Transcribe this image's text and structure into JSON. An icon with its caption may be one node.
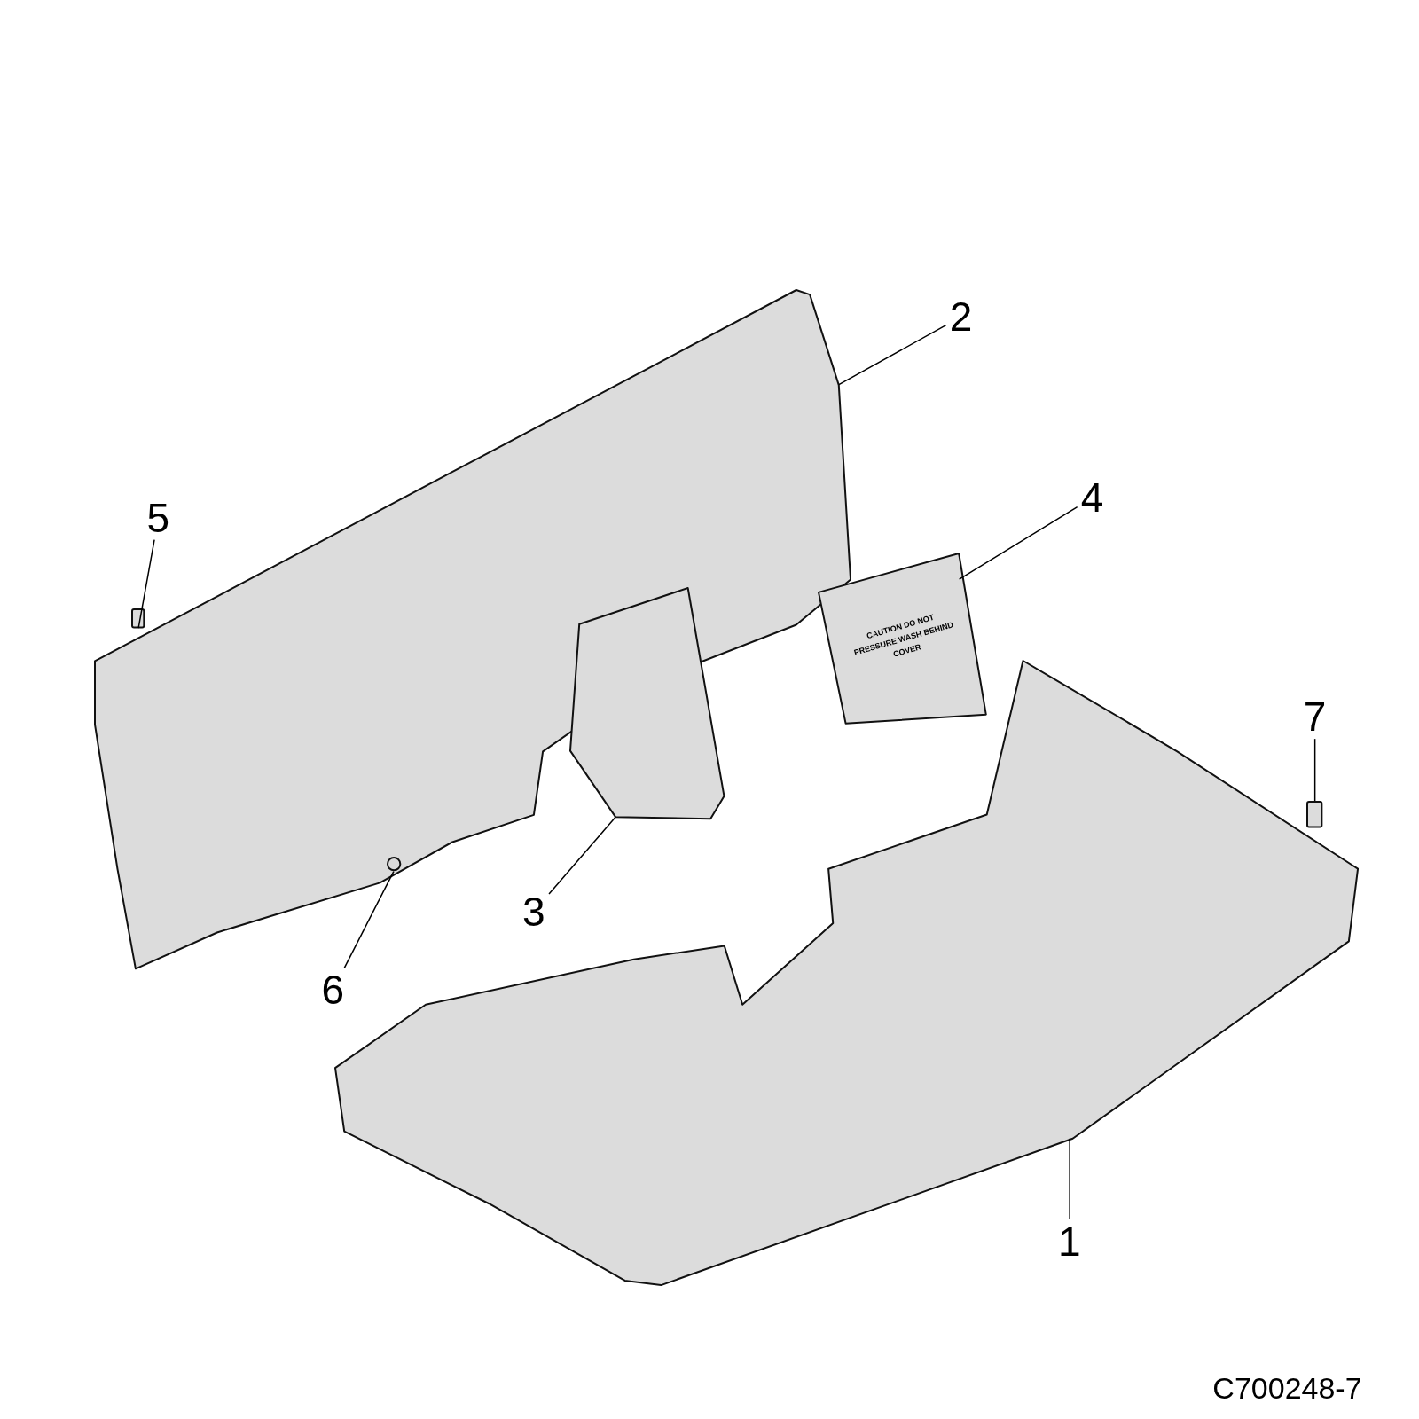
{
  "diagram": {
    "nodes": [
      {
        "text": [
          "1"
        ]
      },
      {
        "text": [],
        "shape": "picture"
      },
      {
        "text": [
          "2"
        ]
      },
      {
        "text": [],
        "shape": "picture"
      },
      {
        "text": [
          "3"
        ]
      },
      {
        "text": [],
        "shape": "picture"
      },
      {
        "text": [
          "4"
        ]
      },
      {
        "text": [],
        "shape": "picture"
      },
      {
        "text": [
          "5"
        ]
      },
      {
        "text": [],
        "shape": "box"
      },
      {
        "text": [
          "6"
        ]
      },
      {
        "text": [],
        "shape": "circle",
        "in": 3
      },
      {
        "text": [
          "7"
        ]
      },
      {
        "text": [],
        "shape": "box"
      }
    ],
    "edges": [
      {
        "from": 0,
        "to": 1,
        "arrow": "none"
      },
      {
        "from": 2,
        "to": 3,
        "arrow": "none"
      },
      {
        "from": 4,
        "to": 5,
        "arrow": "none"
      },
      {
        "from": 6,
        "to": 7,
        "arrow": "none"
      },
      {
        "from": 8,
        "to": 9,
        "arrow": "none"
      },
      {
        "from": 10,
        "to": 11,
        "arrow": "none"
      },
      {
        "from": 12,
        "to": 13,
        "arrow": "none"
      }
    ],
    "labels": [
      "CAUTION DO NOT PRESSURE WASH BEHIND COVER",
      "C700248-7"
    ]
  }
}
